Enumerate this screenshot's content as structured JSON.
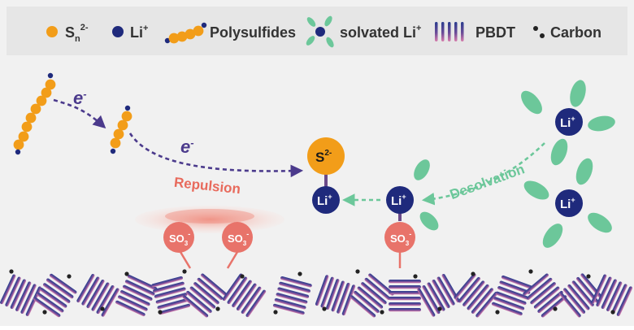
{
  "legend": {
    "sn": {
      "main": "S",
      "sub": "n",
      "sup": "2-"
    },
    "li": {
      "main": "Li",
      "sup": "+"
    },
    "polysulfides": "Polysulfides",
    "solvated": {
      "main": "solvated Li",
      "sup": "+"
    },
    "pbdt": "PBDT",
    "carbon": "Carbon"
  },
  "labels": {
    "electron1": {
      "main": "e",
      "sup": "-"
    },
    "electron2": {
      "main": "e",
      "sup": "-"
    },
    "repulsion": "Repulsion",
    "desolvation": "Desolvation"
  },
  "ions": {
    "s2": {
      "main": "S",
      "sup": "2-"
    },
    "li_center": {
      "main": "Li",
      "sup": "+"
    },
    "li_right": {
      "main": "Li",
      "sup": "+"
    },
    "li_solv1": {
      "main": "Li",
      "sup": "+"
    },
    "li_solv2": {
      "main": "Li",
      "sup": "+"
    }
  },
  "so3": {
    "main": "SO",
    "sub": "3",
    "sup": "-"
  },
  "colors": {
    "sulfur": "#f29d19",
    "lithium": "#1f2a7c",
    "so3": "#e8736a",
    "solvent": "#6cc79a",
    "arrow_purple": "#4b3a8c",
    "arrow_green": "#6cc79a",
    "repulsion": "#e86a5c",
    "carbon": "#222222",
    "background": "#f1f1f1"
  }
}
